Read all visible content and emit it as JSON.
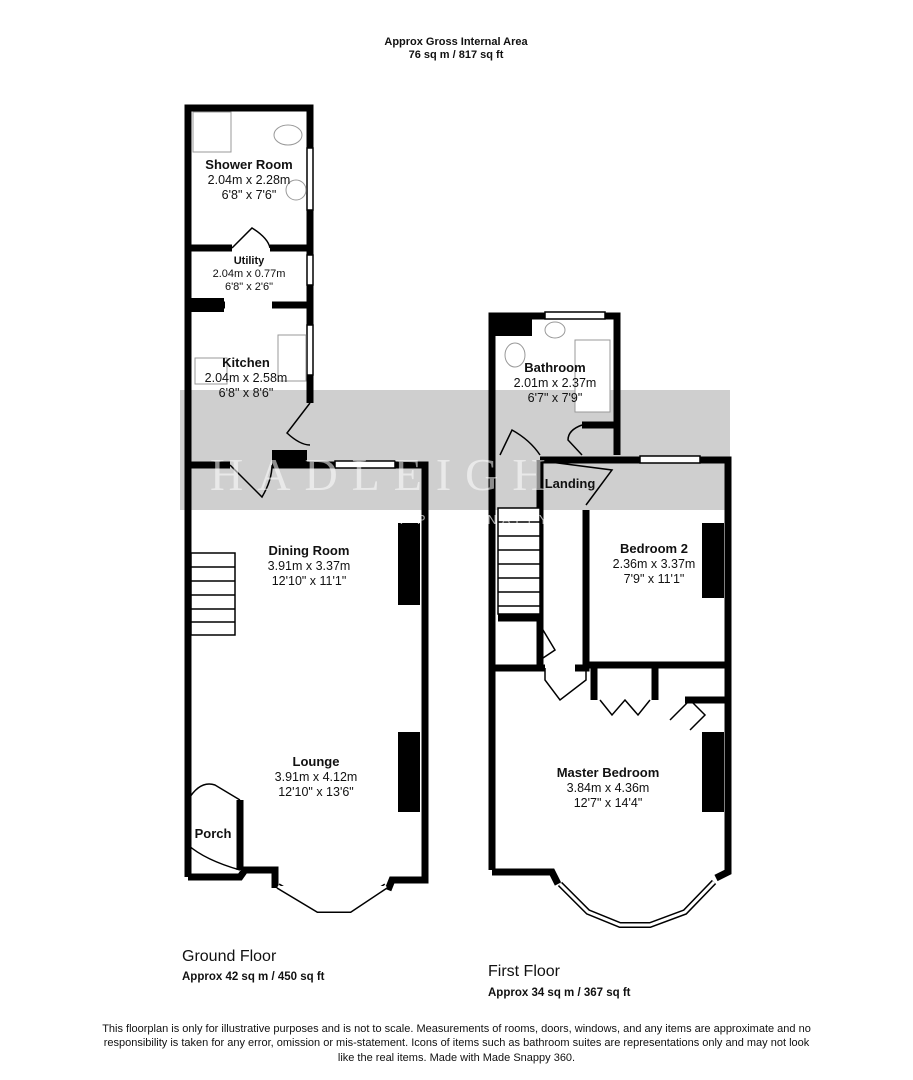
{
  "header": {
    "title": "Approx Gross Internal Area",
    "area": "76 sq m / 817 sq ft"
  },
  "watermark": {
    "brand": "HADLEIGH",
    "tagline": "PROPERTY. PERSONALLY"
  },
  "ground_floor": {
    "label": "Ground Floor",
    "area": "Approx 42 sq m / 450 sq ft",
    "rooms": [
      {
        "name": "Shower Room",
        "metric": "2.04m x 2.28m",
        "imperial": "6'8\" x 7'6\""
      },
      {
        "name": "Utility",
        "metric": "2.04m x 0.77m",
        "imperial": "6'8\" x 2'6\""
      },
      {
        "name": "Kitchen",
        "metric": "2.04m x 2.58m",
        "imperial": "6'8\" x 8'6\""
      },
      {
        "name": "Dining Room",
        "metric": "3.91m x 3.37m",
        "imperial": "12'10\" x 11'1\""
      },
      {
        "name": "Lounge",
        "metric": "3.91m x 4.12m",
        "imperial": "12'10\" x 13'6\""
      },
      {
        "name": "Porch"
      }
    ]
  },
  "first_floor": {
    "label": "First Floor",
    "area": "Approx 34 sq m / 367 sq ft",
    "rooms": [
      {
        "name": "Bathroom",
        "metric": "2.01m x 2.37m",
        "imperial": "6'7\" x 7'9\""
      },
      {
        "name": "Landing"
      },
      {
        "name": "Bedroom 2",
        "metric": "2.36m x 3.37m",
        "imperial": "7'9\" x 11'1\""
      },
      {
        "name": "Master Bedroom",
        "metric": "3.84m x 4.36m",
        "imperial": "12'7\" x 14'4\""
      }
    ]
  },
  "disclaimer": "This floorplan is only for illustrative purposes and is not to scale. Measurements of rooms, doors, windows, and any items are approximate and no responsibility is taken for any error, omission or mis-statement. Icons of items such as bathroom suites are representations only and may not look like the real items. Made with Made Snappy 360.",
  "colors": {
    "wall": "#000000",
    "watermark_band": "#cfcfcf"
  }
}
